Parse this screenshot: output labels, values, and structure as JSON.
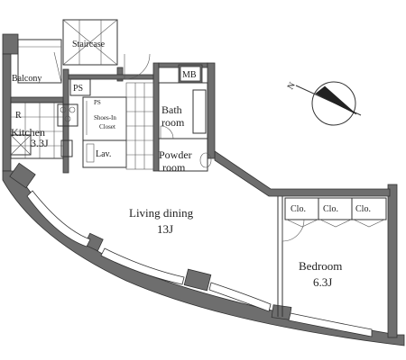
{
  "rooms": {
    "staircase": "Staircase",
    "balcony": "Balcony",
    "ps_top": "PS",
    "ps_small": "PS",
    "mb": "MB",
    "kitchen_r": "R",
    "kitchen": "Kitchen",
    "kitchen_size": "3.3J",
    "shoes_in_closet_1": "Shoes-In",
    "shoes_in_closet_2": "Closet",
    "lav": "Lav.",
    "bathroom_1": "Bath",
    "bathroom_2": "room",
    "powder_1": "Powder",
    "powder_2": "room",
    "living": "Living dining",
    "living_size": "13J",
    "bedroom": "Bedroom",
    "bedroom_size": "6.3J",
    "clo_1": "Clo.",
    "clo_2": "Clo.",
    "clo_3": "Clo.",
    "compass_n": "N"
  },
  "colors": {
    "wall": "#6e6e6e",
    "line": "#333333",
    "background": "#ffffff"
  }
}
